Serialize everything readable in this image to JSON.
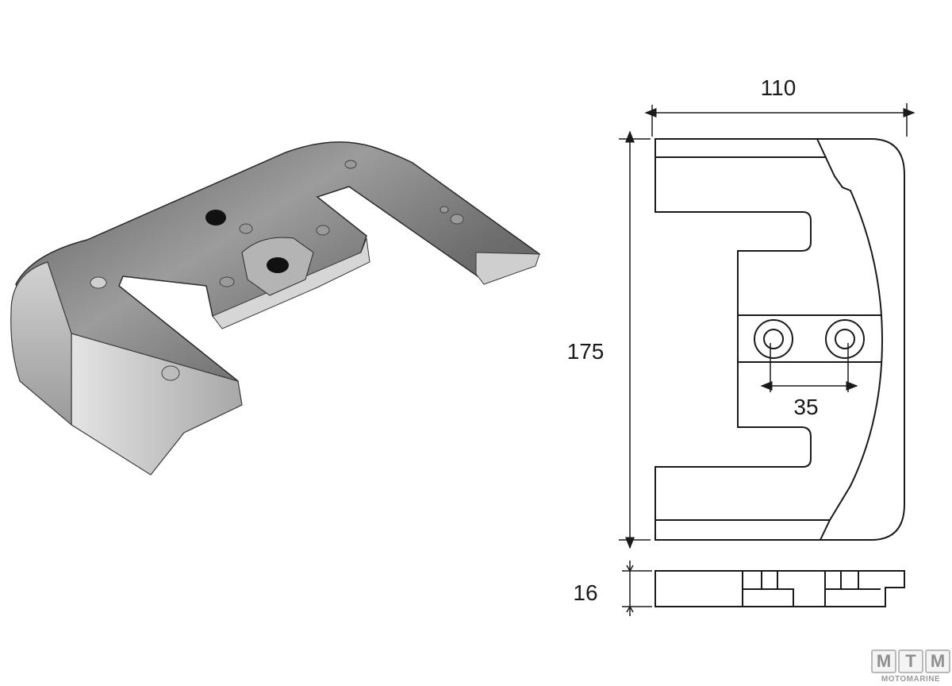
{
  "dimensions": {
    "width": "110",
    "height": "175",
    "hole_spacing": "35",
    "thickness": "16"
  },
  "logo": {
    "letters": [
      "M",
      "T",
      "M"
    ],
    "subtitle": "MOTOMARINE"
  },
  "colors": {
    "line": "#1a1a1a",
    "metal_dark": "#3a3a3a",
    "metal_mid": "#8a8a8a",
    "metal_light": "#c8c8c8",
    "logo_grey": "#9a9a9a"
  }
}
